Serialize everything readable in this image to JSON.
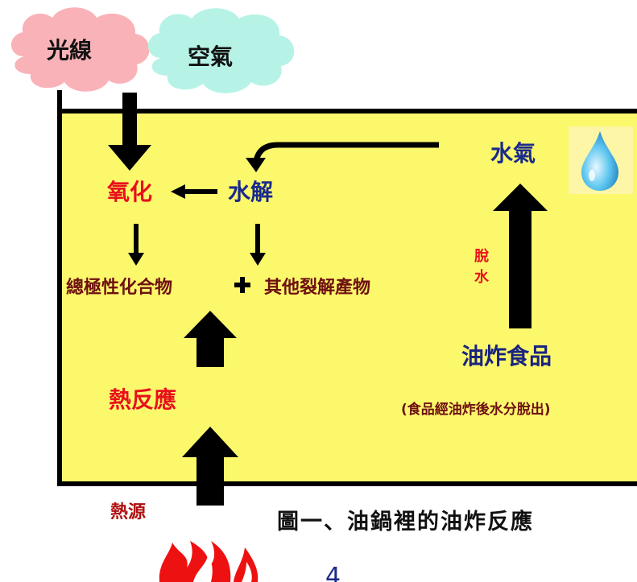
{
  "inputs": {
    "light": "光線",
    "air": "空氣",
    "heat_source": "熱源"
  },
  "reactions": {
    "oxidation": "氧化",
    "hydrolysis": "水解",
    "thermal": "熱反應"
  },
  "products": {
    "polar": "總極性化合物",
    "others": "其他裂解產物"
  },
  "food": {
    "label": "油炸食品",
    "note": "(食品經油炸後水分脫出)",
    "steam": "水氣",
    "dehydration": "脫水"
  },
  "figure": {
    "title": "圖一、油鍋裡的油炸反應",
    "page": "4"
  },
  "icons": {
    "water": "water-drop-icon",
    "fire": "flame-icon",
    "plus": "plus-icon"
  },
  "colors": {
    "pot_fill": "#fcf86c",
    "light_cloud": "#f9b3b8",
    "air_cloud": "#b6f3e6",
    "reaction_red": "#e8101c",
    "reaction_blue": "#1a2a8c",
    "product": "#6e1010"
  }
}
